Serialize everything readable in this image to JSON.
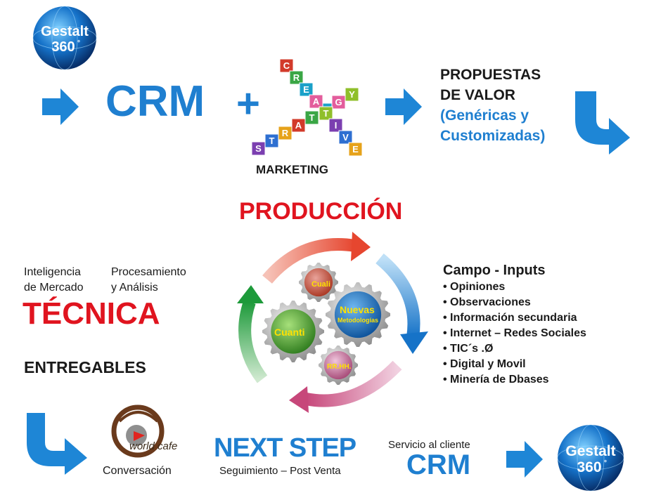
{
  "logo": {
    "line1": "Gestalt",
    "line2": "360",
    "degree": "°"
  },
  "top": {
    "crm": "CRM",
    "plus": "+",
    "marketing": "MARKETING",
    "cross_horizontal": [
      "S",
      "T",
      "R",
      "A",
      "T",
      "E",
      "G",
      "Y"
    ],
    "cross_vertical": [
      "C",
      "R",
      "E",
      "A",
      "T",
      "I",
      "V",
      "E"
    ],
    "propuestas_line1": "PROPUESTAS",
    "propuestas_line2": "DE VALOR",
    "propuestas_line3": "(Genéricas y",
    "propuestas_line4": "Customizadas)"
  },
  "middle": {
    "produccion": "PRODUCCIÓN",
    "inteligencia_line1": "Inteligencia",
    "inteligencia_line2": "de Mercado",
    "procesamiento_line1": "Procesamiento",
    "procesamiento_line2": "y Análisis",
    "tecnica": "TÉCNICA",
    "entregables": "ENTREGABLES",
    "gears": {
      "cuali": "Cuali",
      "cuanti": "Cuanti",
      "nuevas": "Nuevas",
      "metodologias": "Metodologías",
      "rrhh": "RR.HH."
    },
    "campo_title": "Campo - Inputs",
    "campo_items": [
      "Opiniones",
      "Observaciones",
      "Información secundaria",
      "Internet – Redes  Sociales",
      "TIC´s .Ø",
      "Digital y Movil",
      "Minería de Dbases"
    ]
  },
  "bottom": {
    "world_cafe": "world cafe",
    "conversacion": "Conversación",
    "next_step": "NEXT STEP",
    "seguimiento": "Seguimiento – Post Venta",
    "servicio": "Servicio al cliente",
    "crm": "CRM"
  },
  "colors": {
    "accent_blue": "#1f7fd0",
    "title_red": "#e0141f",
    "text_dark": "#1a1a1a"
  }
}
